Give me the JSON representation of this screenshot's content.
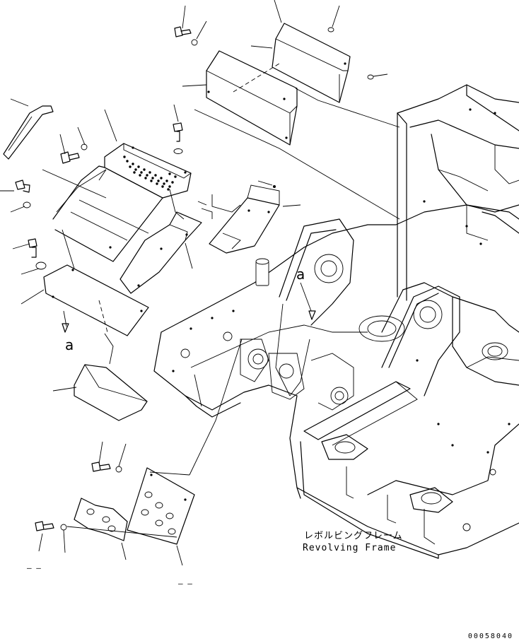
{
  "drawing": {
    "frame_label_jp": "レボルビングフレーム",
    "frame_label_en": "Revolving Frame",
    "view_marker": "a",
    "drawing_number": "00058040",
    "dash_marks": [
      "— —",
      "— —"
    ]
  }
}
